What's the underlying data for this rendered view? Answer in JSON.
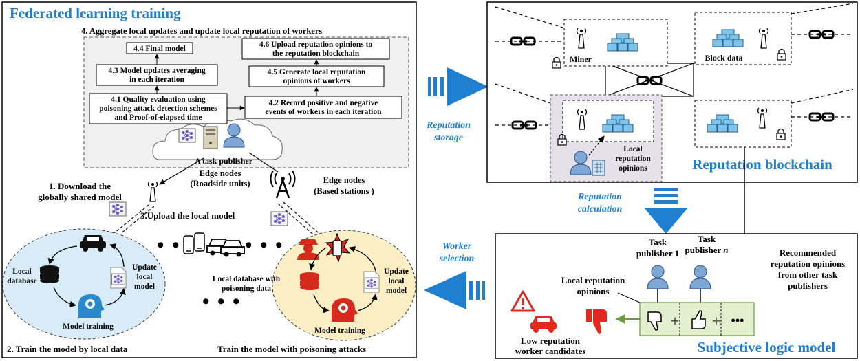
{
  "fl_panel": {
    "title": "Federated learning training",
    "aggregate_header": "4. Aggregate local updates and update local reputation of workers",
    "steps": {
      "s44": "4.4 Final model",
      "s43_l1": "4.3 Model updates averaging",
      "s43_l2": "in each iteration",
      "s41_l1": "4.1 Quality evaluation using",
      "s41_l2": "poisoning attack detection schemes",
      "s41_l3": "and Proof-of-elapsed time",
      "s46_l1": "4.6 Upload reputation opinions to",
      "s46_l2": "the reputation blockchain",
      "s45_l1": "4.5 Generate local reputation",
      "s45_l2": "opinions of workers",
      "s42_l1": "4.2 Record positive and negative",
      "s42_l2": "events of workers in each iteration"
    },
    "task_publisher": "A task publisher",
    "edge_rsu_l1": "Edge nodes",
    "edge_rsu_l2": "(Roadside units)",
    "edge_bs_l1": "Edge nodes",
    "edge_bs_l2": "(Based stations )",
    "download_l1": "1. Download the",
    "download_l2": "globally shared model",
    "upload": "3.Upload the local model",
    "left_cluster": {
      "local_db_l1": "Local",
      "local_db_l2": "database",
      "update_l1": "Update",
      "update_l2": "local",
      "update_l3": "model",
      "model_training": "Model training",
      "caption": "2. Train the model by local data"
    },
    "right_cluster": {
      "poison_db_l1": "Local database with",
      "poison_db_l2": "poisoning data",
      "update_l1": "Update",
      "update_l2": "local",
      "update_l3": "model",
      "model_training": "Model training",
      "caption": "Train the model with poisoning attacks"
    }
  },
  "flow": {
    "storage_l1": "Reputation",
    "storage_l2": "storage",
    "calc_l1": "Reputation",
    "calc_l2": "calculation",
    "selection_l1": "Worker",
    "selection_l2": "selection"
  },
  "blockchain_panel": {
    "title": "Reputation blockchain",
    "miner": "Miner",
    "block_data": "Block data",
    "local_rep_l1": "Local",
    "local_rep_l2": "reputation",
    "local_rep_l3": "opinions"
  },
  "subjective_panel": {
    "title": "Subjective logic model",
    "tp1_l1": "Task",
    "tp1_l2": "publisher 1",
    "tpn_l1": "Task",
    "tpn_l2": "publisher",
    "tpn_n": "n",
    "recommended_l1": "Recommended",
    "recommended_l2": "reputation opinions",
    "recommended_l3": "from other task",
    "recommended_l4": "publishers",
    "local_rep_l1": "Local reputation",
    "local_rep_l2": "opinions",
    "low_rep_l1": "Low reputation",
    "low_rep_l2": "worker candidates",
    "ellipsis": "•••"
  },
  "colors": {
    "accent_blue": "#1f7fd1",
    "left_cluster_fill": "#d8ebf6",
    "right_cluster_fill": "#fbedc4",
    "subjective_bar_fill": "#e3efcf",
    "local_node_fill": "#e4e1ea",
    "danger_red": "#e02a1f"
  }
}
